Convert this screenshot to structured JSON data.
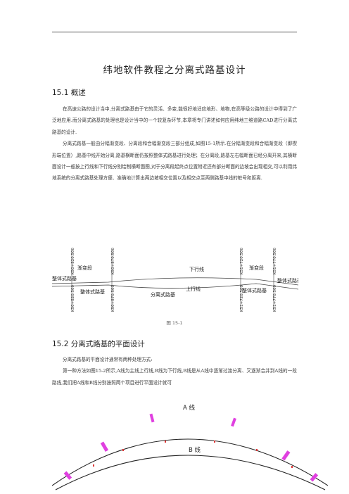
{
  "title": "纬地软件教程之分离式路基设计",
  "section1": {
    "heading": "15.1 概述",
    "paragraphs": [
      "在高速公路的设计当中,分离式路基由于它的灵活、多变,能很好地适应地形、地物,在高等级公路的设计中得到了广泛地应用.而分离式路基的处理也是设计当中的一个较复杂环节,本章将专门讲述如何应用纬地三维道路CAD进行分离式路基的设计.",
      "分离式路基一般由分幅渐变段、分离段和合幅渐变段三部分组成,如图15-1所示.在分幅渐变段和合幅渐变段（即楔形端位置）,路基中线开始分离,路基横断面仍按照整体式路基进行处理；在分离段,路基左右幅断面已经分离开来,其横断面设计一般按上行线和下行线分别绘制横断面图,对于分离段起终点位置附近还有部分断面的边坡会出现相交,可以利用纬地系统的分离式路基处理方便、准确地计算出两边坡相交位置以及相交点至两侧路基中线的桩号和距离."
    ]
  },
  "figure1": {
    "caption": "图 15-1",
    "labels": {
      "whole_left": "整体式路基",
      "transition_left": "渐变段",
      "separated_left": "整体式路基",
      "separated_mid": "分离式路基",
      "downline": "下行线",
      "upline": "上行线",
      "transition_right": "渐变段",
      "whole_right_1": "整体式路基",
      "whole_right_2": "整体式路基"
    },
    "stations": [
      "K50+820.500",
      "K50+870.500",
      "K51+720.500",
      "K51+770.500",
      "K50+820.500",
      "K50+870.500",
      "K51+720.500",
      "K51+770.500"
    ]
  },
  "section2": {
    "heading": "15.2 分离式路基的平面设计",
    "paragraphs": [
      "分离式路基的平面设计通常有两种处理方式:",
      "第一种方法如图15-2所示,A线为主线上行线,B线为下行线,B线是从A线中逐渐过渡分离、又逐渐合并到A线的一段路线,我们把A线和B线分别按照两个项目进行平面设计就可"
    ]
  },
  "figure2": {
    "line_a": "A 线",
    "line_b": "B 线"
  }
}
